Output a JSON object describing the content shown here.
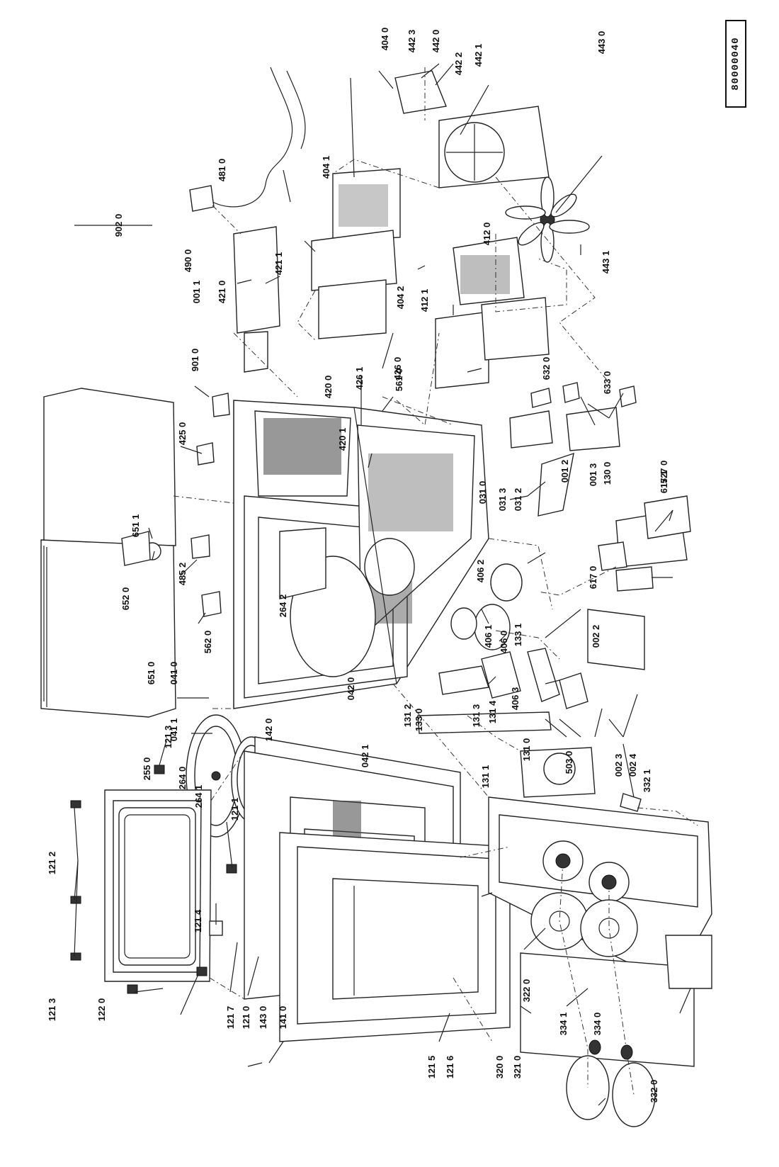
{
  "drawing_code": "80000040",
  "part_labels": [
    "902 0",
    "901 0",
    "001 1",
    "425 0",
    "651 1",
    "652 0",
    "485 2",
    "562 0",
    "651 0",
    "041 0",
    "041 1",
    "255 0",
    "264 0",
    "264 1",
    "264 2",
    "142 0",
    "042 0",
    "042 1",
    "121 3",
    "121 2",
    "121 1",
    "121 4",
    "121 3",
    "122 0",
    "121 7",
    "121 0",
    "143 0",
    "141 0",
    "121 5",
    "121 6",
    "320 0",
    "321 0",
    "322 0",
    "334 1",
    "334 0",
    "332 0",
    "332 1",
    "002 4",
    "002 3",
    "503 0",
    "131 0",
    "131 1",
    "131 4",
    "131 3",
    "131 2",
    "133 0",
    "133 1",
    "406 3",
    "406 0",
    "406 1",
    "406 2",
    "002 2",
    "617 0",
    "617 1",
    "527 0",
    "001 2",
    "001 3",
    "130 0",
    "633 0",
    "632 0",
    "031 0",
    "031 3",
    "031 2",
    "420 0",
    "420 1",
    "426 0",
    "426 1",
    "404 2",
    "561 0",
    "412 1",
    "412 0",
    "443 1",
    "443 0",
    "442 1",
    "442 2",
    "442 0",
    "442 3",
    "404 0",
    "404 1",
    "421 1",
    "421 0",
    "481 0",
    "490 0"
  ]
}
